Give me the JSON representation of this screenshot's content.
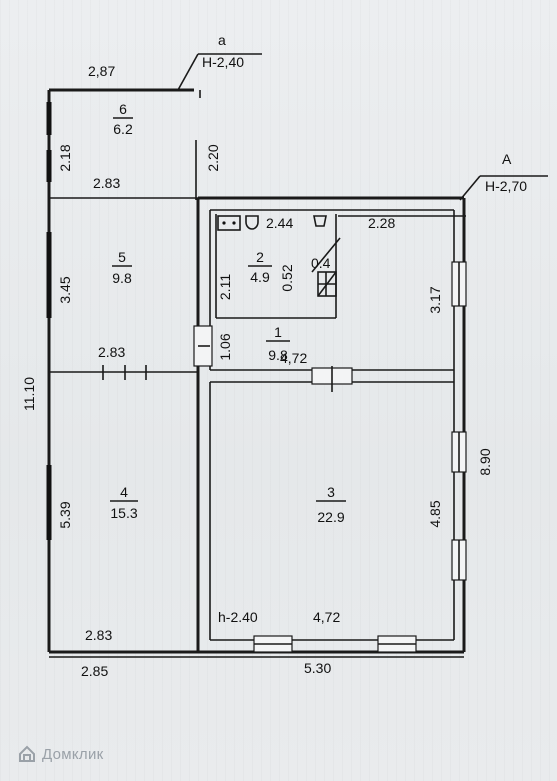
{
  "annex_a": {
    "letter": "а",
    "height": "Н-2,40"
  },
  "building_A": {
    "letter": "А",
    "height": "Н-2,70"
  },
  "rooms": [
    {
      "num": "1",
      "area": "9.8"
    },
    {
      "num": "2",
      "area": "4.9"
    },
    {
      "num": "3",
      "area": "22.9"
    },
    {
      "num": "4",
      "area": "15.3"
    },
    {
      "num": "5",
      "area": "9.8"
    },
    {
      "num": "6",
      "area": "6.2"
    }
  ],
  "dimensions": {
    "top_annex_width": "2,87",
    "room6_height_left": "2.18",
    "room6_height_right": "2.20",
    "room6_5_width": "2.83",
    "room5_height": "3.45",
    "room5_4_width": "2.83",
    "total_left_height": "11.10",
    "room4_height": "5.39",
    "room4_bottom_inner": "2.83",
    "left_bottom_outer": "2.85",
    "right_bottom_outer": "5.30",
    "right_total_height": "8.90",
    "room2_width": "2.44",
    "room2_right_width": "2.28",
    "room2_height": "2.11",
    "stair_height": "0.52",
    "stair_width": "0.4",
    "right_upper_height": "3.17",
    "corridor_height": "1.06",
    "room3_top_width": "4,72",
    "room3_height": "4.85",
    "room3_bottom_width": "4,72",
    "room3_ceiling": "h-2.40"
  },
  "watermark": {
    "text": "Домклик",
    "icon": "domklik-house-icon"
  }
}
